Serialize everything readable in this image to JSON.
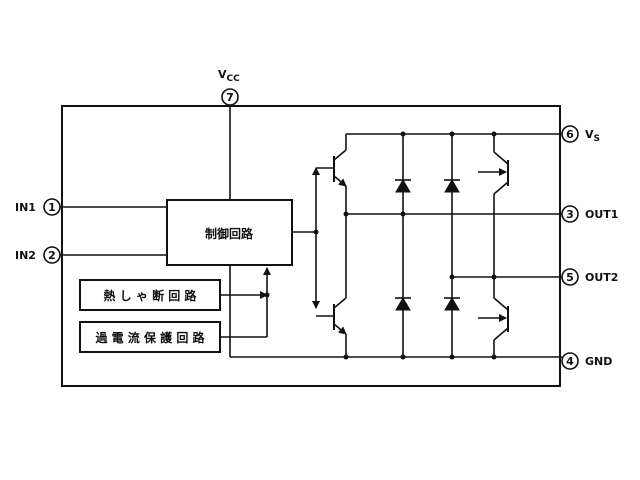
{
  "pins": {
    "vcc": {
      "num": "7",
      "label": "V",
      "sub": "CC"
    },
    "vs": {
      "num": "6",
      "label": "V",
      "sub": "S"
    },
    "out1": {
      "num": "3",
      "label": "OUT1"
    },
    "out2": {
      "num": "5",
      "label": "OUT2"
    },
    "gnd": {
      "num": "4",
      "label": "GND"
    },
    "in1": {
      "num": "1",
      "label": "IN1"
    },
    "in2": {
      "num": "2",
      "label": "IN2"
    }
  },
  "blocks": {
    "control": "制御回路",
    "thermal": "熱 し ゃ 断 回 路",
    "overcurrent": "過 電 流 保 護 回 路"
  }
}
